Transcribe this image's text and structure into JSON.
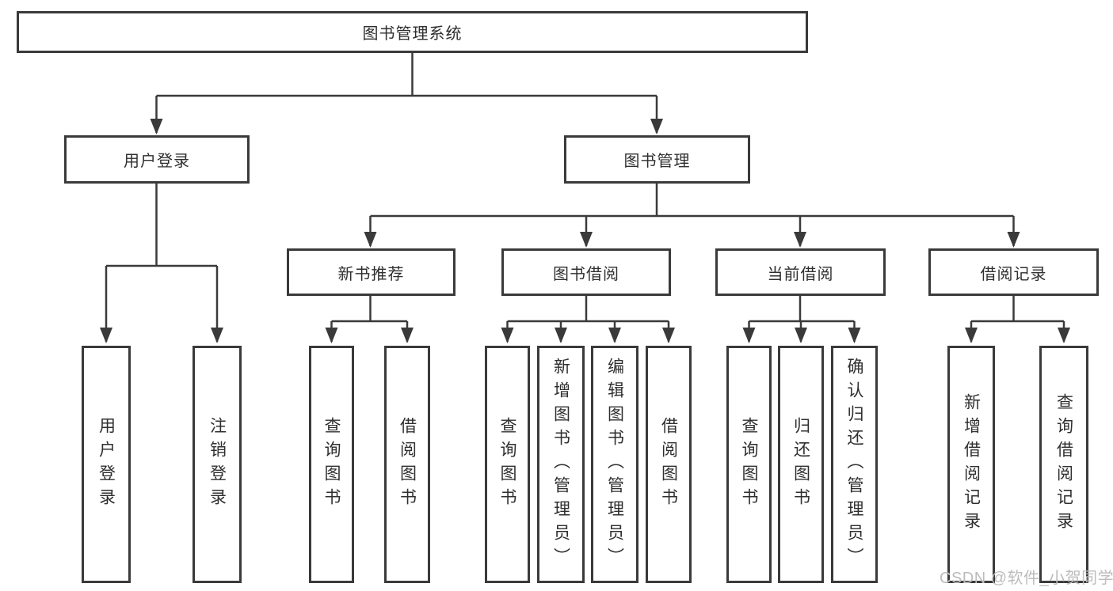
{
  "nodes": {
    "root": "图书管理系统",
    "user_login": "用户登录",
    "book_mgmt": "图书管理",
    "new_book_rec": "新书推荐",
    "book_borrow": "图书借阅",
    "current_borrow": "当前借阅",
    "borrow_record": "借阅记录",
    "leaf_user_login": "用户登录",
    "leaf_logout": "注销登录",
    "nb_query_book": "查询图书",
    "nb_borrow_book": "借阅图书",
    "bb_query_book": "查询图书",
    "bb_add_book": "新增图书（管理员）",
    "bb_edit_book": "编辑图书（管理员）",
    "bb_borrow_book": "借阅图书",
    "cb_query_book": "查询图书",
    "cb_return_book": "归还图书",
    "cb_confirm_return": "确认归还（管理员）",
    "br_add_record": "新增借阅记录",
    "br_query_record": "查询借阅记录"
  },
  "watermark": "CSDN @软件_小贺同学",
  "colors": {
    "stroke": "#3a3a3a",
    "text": "#2f2f2f",
    "background": "#ffffff",
    "watermark": "#bcbcbc"
  }
}
